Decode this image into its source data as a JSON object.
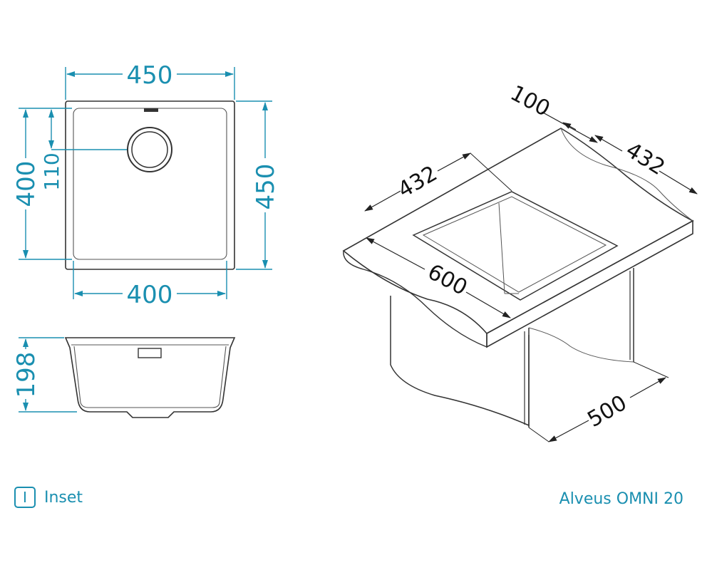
{
  "dimensions": {
    "top_width": "450",
    "inner_width": "400",
    "left_height": "400",
    "drain_offset": "110",
    "right_height": "450",
    "depth": "198",
    "iso_back_margin": "100",
    "iso_side_width_left": "432",
    "iso_side_width_right": "432",
    "iso_front": "600",
    "iso_cabinet": "500"
  },
  "legend": {
    "icon_glyph": "I",
    "label": "Inset"
  },
  "model": "Alveus OMNI 20",
  "colors": {
    "accent": "#1a8fb0",
    "outline": "#333333"
  }
}
